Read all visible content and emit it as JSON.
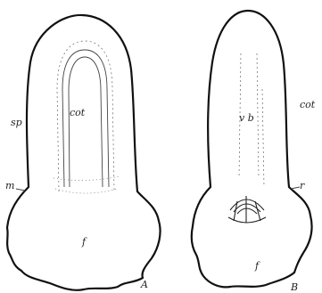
{
  "figure_a": {
    "labels": {
      "sp": "sp",
      "cot": "cot",
      "m": "m",
      "f": "f",
      "panel": "A"
    }
  },
  "figure_b": {
    "labels": {
      "vb": "v b",
      "cot": "cot",
      "r": "r",
      "f": "f",
      "panel": "B"
    }
  }
}
